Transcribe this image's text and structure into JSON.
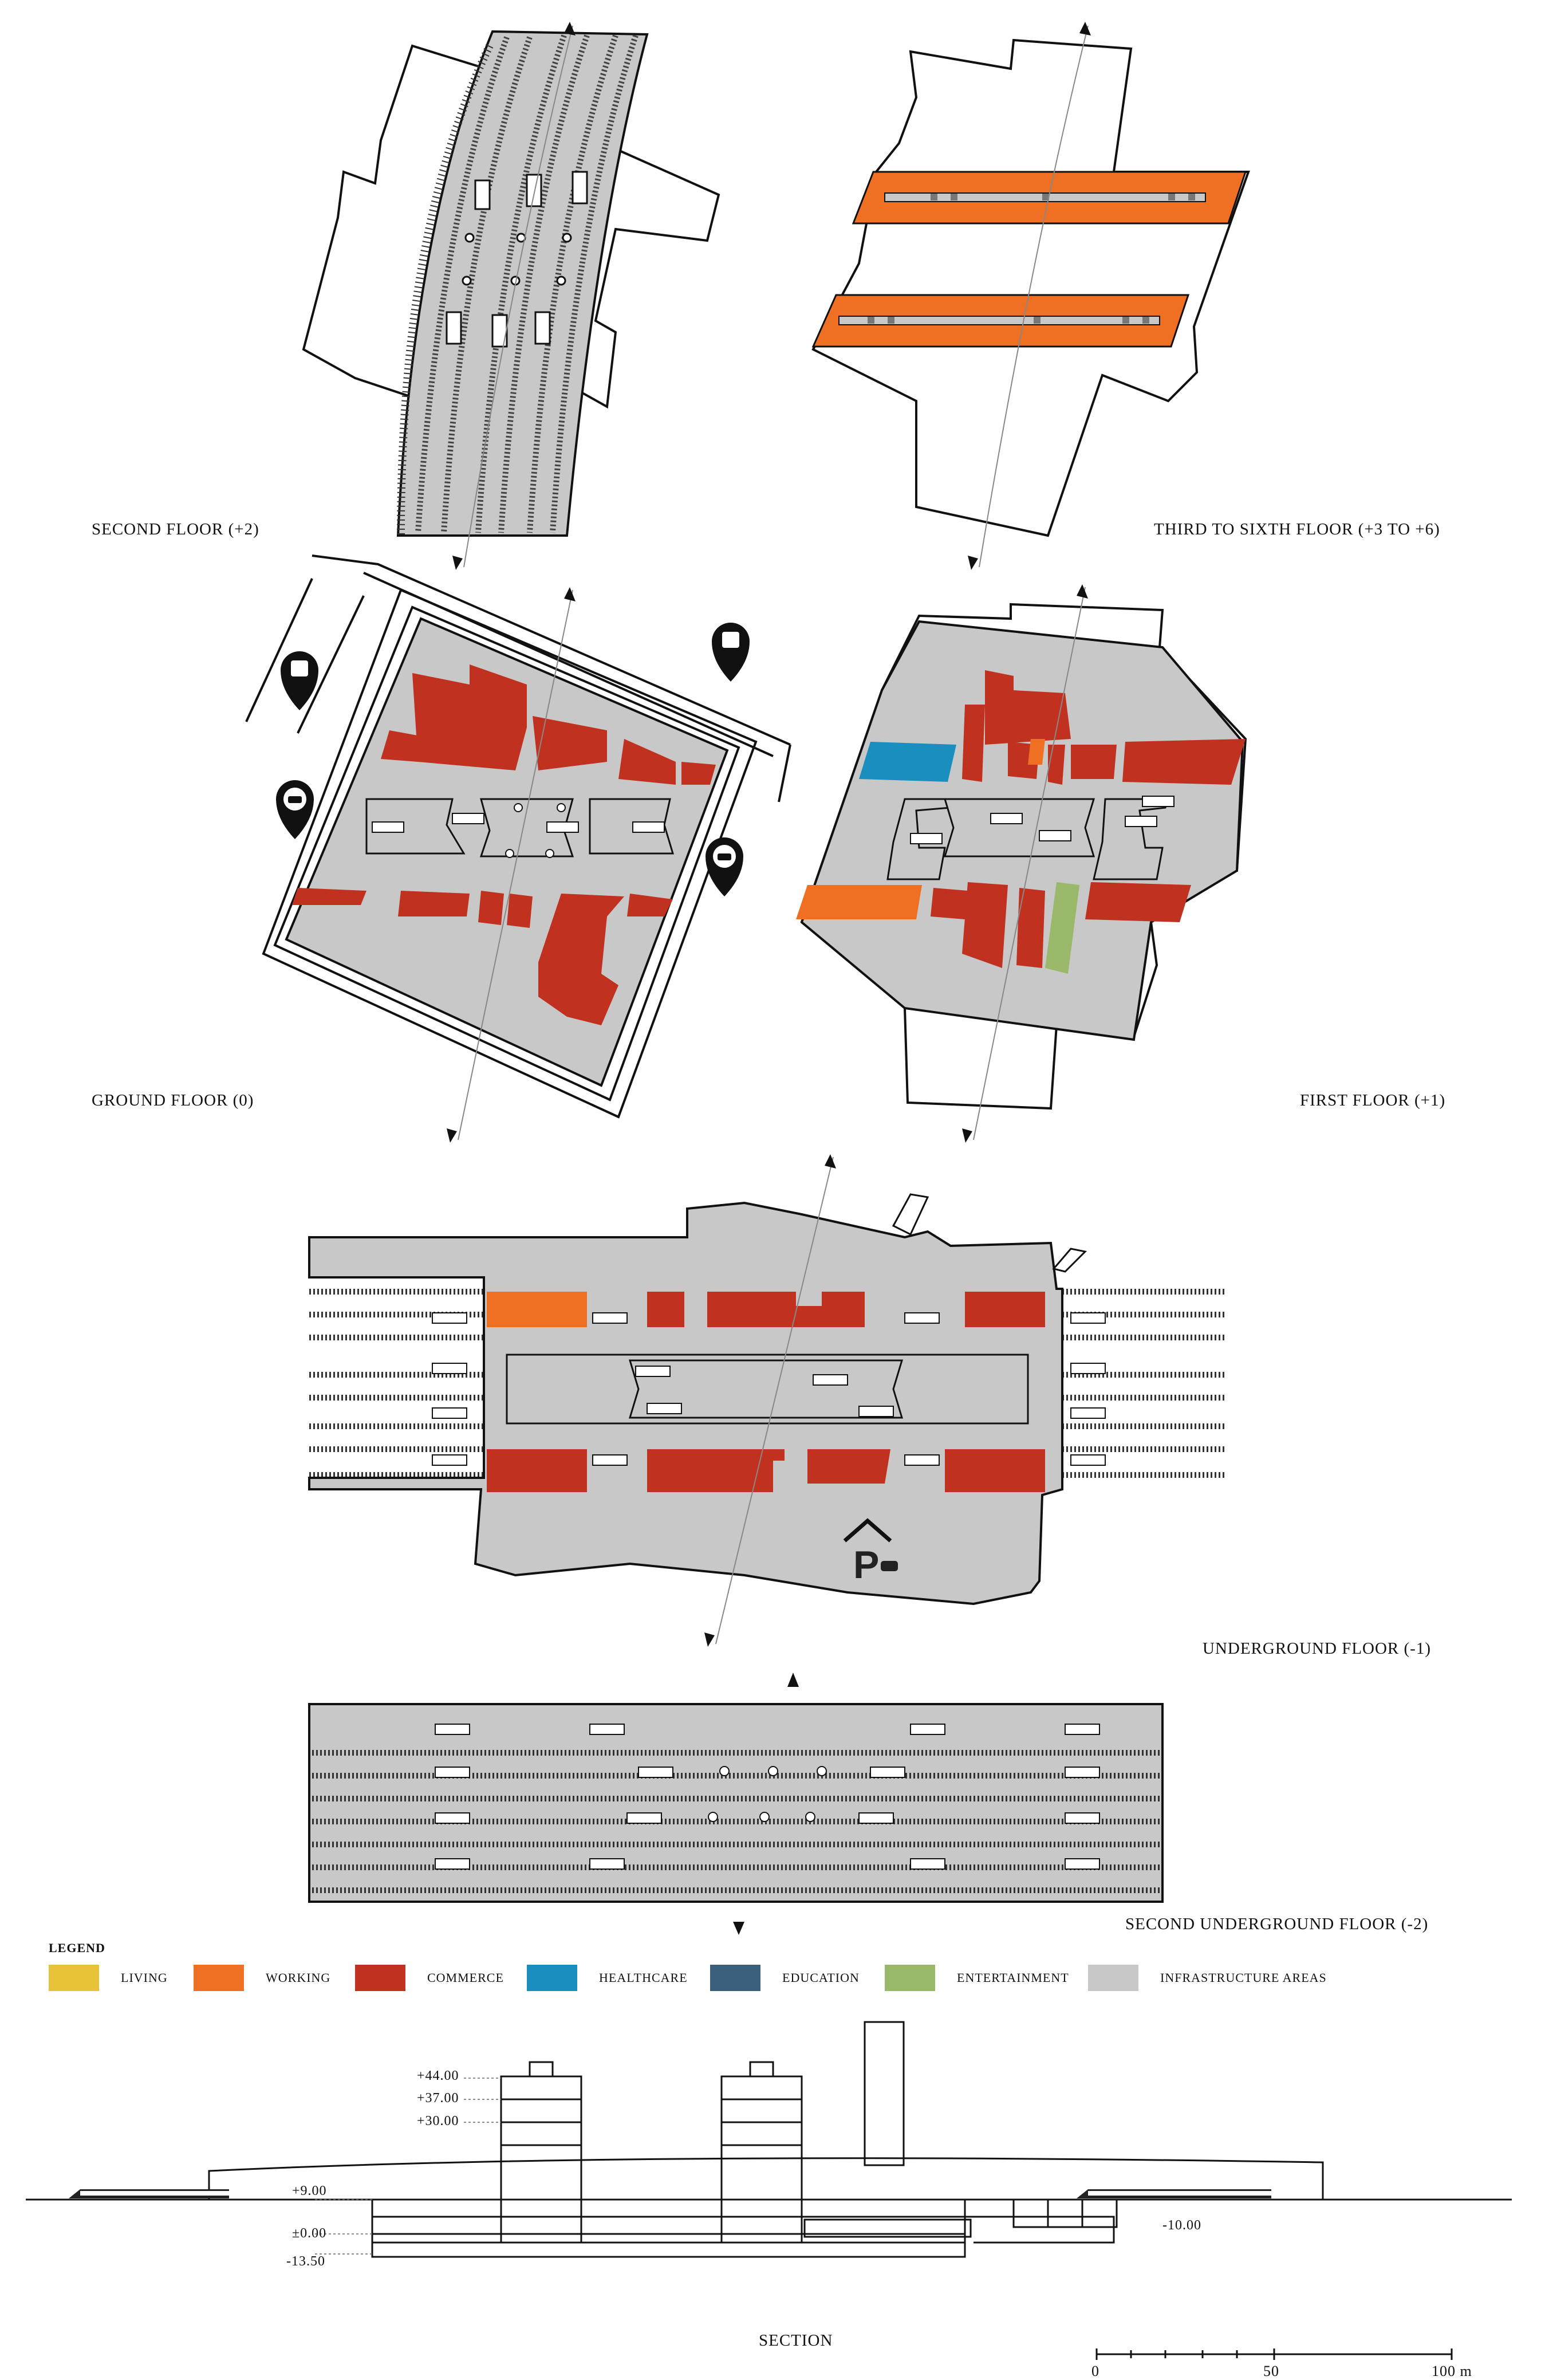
{
  "floors": {
    "second": "SECOND FLOOR (+2)",
    "third_sixth": "THIRD TO SIXTH FLOOR (+3 TO +6)",
    "ground": "GROUND FLOOR (0)",
    "first": "FIRST FLOOR (+1)",
    "underground": "UNDERGROUND FLOOR (-1)",
    "second_underground": "SECOND UNDERGROUND FLOOR (-2)"
  },
  "legend": {
    "title": "LEGEND",
    "items": [
      {
        "label": "LIVING",
        "color": "#e8c33a"
      },
      {
        "label": "WORKING",
        "color": "#f07023"
      },
      {
        "label": "COMMERCE",
        "color": "#c0321f"
      },
      {
        "label": "HEALTHCARE",
        "color": "#1a8fbf"
      },
      {
        "label": "EDUCATION",
        "color": "#3b5f7b"
      },
      {
        "label": "ENTERTAINMENT",
        "color": "#9ab86a"
      },
      {
        "label": "INFRASTRUCTURE AREAS",
        "color": "#c8c8c8"
      }
    ]
  },
  "section": {
    "title": "SECTION",
    "levels": {
      "l44": "+44.00",
      "l37": "+37.00",
      "l30": "+30.00",
      "l9": "+9.00",
      "l0": "±0.00",
      "lm13": "-13.50",
      "lm10": "-10.00"
    },
    "scale": {
      "s0": "0",
      "s50": "50",
      "s100": "100 m"
    }
  },
  "icons": {
    "bus": "bus-stop-pin-icon",
    "taxi": "taxi-pin-icon",
    "parking": "parking-icon",
    "north": "north-arrow-icon"
  },
  "colors": {
    "infra": "#c8c8c8",
    "commerce": "#c0321f",
    "working": "#f07023",
    "healthcare": "#1a8fbf",
    "entertainment": "#9ab86a"
  }
}
